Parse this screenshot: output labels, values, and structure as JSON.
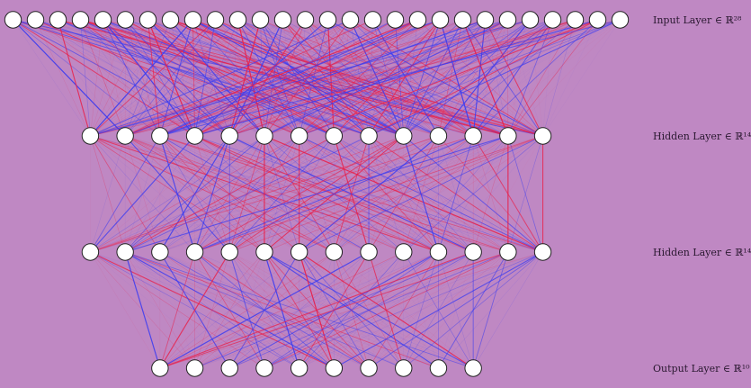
{
  "diagram": {
    "type": "feedforward-neural-network",
    "background": "#bf88c3",
    "edge_colors": {
      "positive": "#e8204a",
      "negative": "#3c3cf0"
    },
    "node_color": "#ffffff",
    "layers": [
      {
        "id": "input",
        "size": 28,
        "label": "Input Layer ∈ ℝ²⁸"
      },
      {
        "id": "hidden1",
        "size": 14,
        "label": "Hidden Layer ∈ ℝ¹⁴"
      },
      {
        "id": "hidden2",
        "size": 14,
        "label": "Hidden Layer ∈ ℝ¹⁴"
      },
      {
        "id": "output",
        "size": 10,
        "label": "Output Layer ∈ ℝ¹⁰"
      }
    ]
  }
}
